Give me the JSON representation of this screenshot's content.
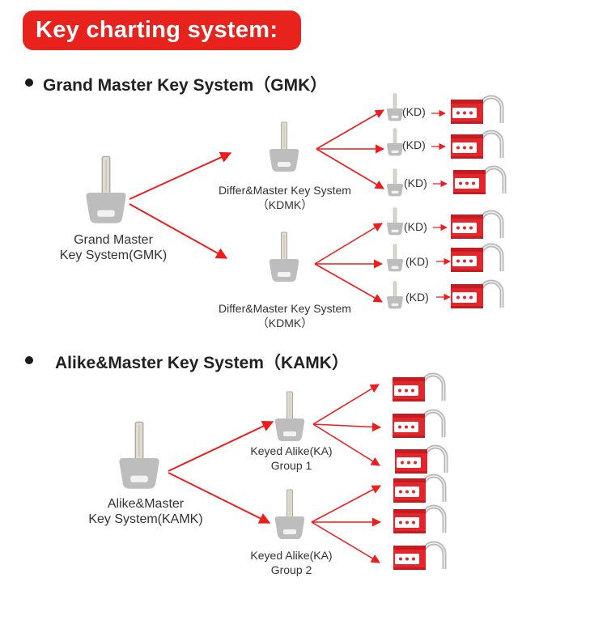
{
  "header": {
    "title": "Key charting system:"
  },
  "gmk": {
    "section_title": "Grand Master Key System（GMK）",
    "root_label_line1": "Grand Master",
    "root_label_line2": "Key System(GMK)",
    "branch_label_line1": "Differ&Master Key System",
    "branch_label_line2": "（KDMK）",
    "kd_label": "(KD)"
  },
  "kamk": {
    "section_title": "Alike&Master Key System（KAMK）",
    "root_label_line1": "Alike&Master",
    "root_label_line2": "Key System(KAMK)",
    "group_label_line1": "Keyed  Alike(KA)",
    "group1_line2": "Group 1",
    "group2_line2": "Group 2"
  },
  "colors": {
    "banner": "#e8231e",
    "arrow": "#ee1c1c",
    "key": "#bdbdbd",
    "lock_body": "#e3262b",
    "shackle": "#c4c4c4"
  },
  "icons": {
    "master_key": "master-key-icon",
    "key": "key-icon",
    "padlock": "padlock-icon",
    "arrow": "arrow-icon"
  }
}
